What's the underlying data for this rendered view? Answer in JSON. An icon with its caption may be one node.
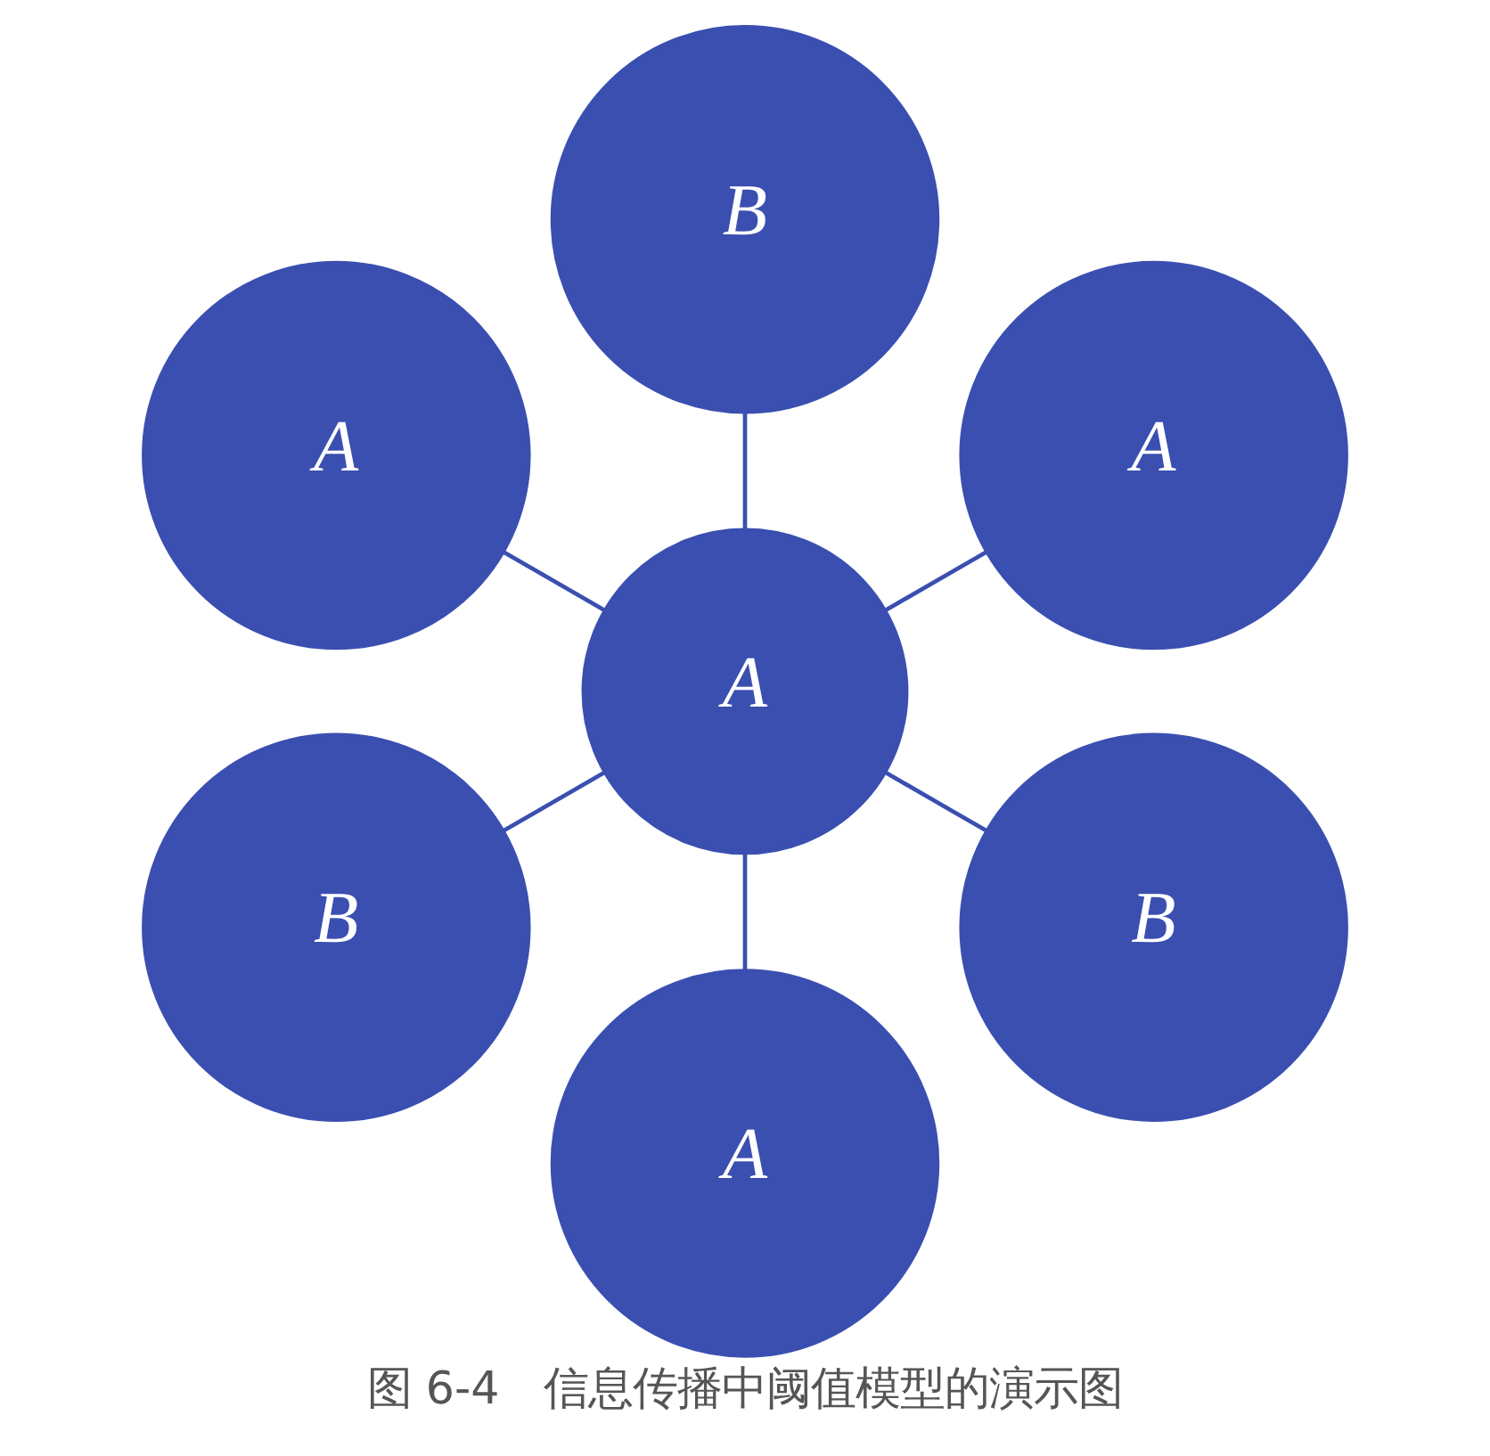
{
  "diagram": {
    "caption": "图 6-4　信息传播中阈值模型的演示图",
    "nodes": [
      {
        "text": [
          "A"
        ]
      },
      {
        "text": [
          "B"
        ]
      },
      {
        "text": [
          "A"
        ]
      },
      {
        "text": [
          "A"
        ]
      },
      {
        "text": [
          "B"
        ]
      },
      {
        "text": [
          "A"
        ]
      },
      {
        "text": [
          "B"
        ]
      }
    ],
    "edges": [
      {
        "from": 3,
        "to": 0,
        "arrow": "none"
      },
      {
        "from": 3,
        "to": 2,
        "arrow": "none"
      },
      {
        "from": 3,
        "to": 5,
        "arrow": "none"
      },
      {
        "from": 3,
        "to": 6,
        "arrow": "none"
      },
      {
        "from": 3,
        "to": 4,
        "arrow": "none"
      },
      {
        "from": 3,
        "to": 1,
        "arrow": "none"
      }
    ]
  }
}
